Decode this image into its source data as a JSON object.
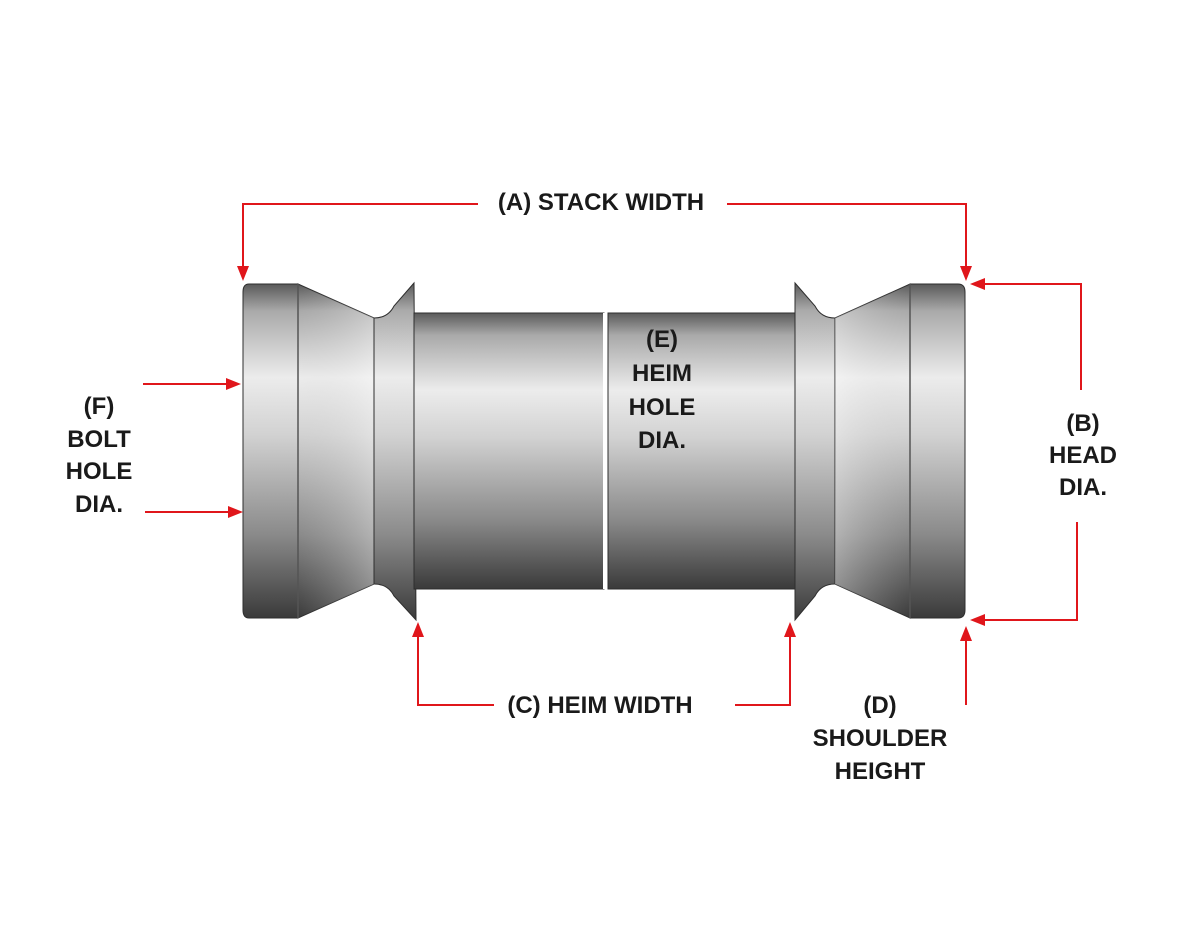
{
  "labels": {
    "stack_width": "(A) STACK WIDTH",
    "head_dia": [
      "(B)",
      "HEAD",
      "DIA."
    ],
    "heim_width": "(C) HEIM WIDTH",
    "shoulder_height": [
      "(D)",
      "SHOULDER",
      "HEIGHT"
    ],
    "heim_hole_dia": [
      "(E)",
      "HEIM",
      "HOLE",
      "DIA."
    ],
    "bolt_hole_dia": [
      "(F)",
      "BOLT",
      "HOLE",
      "DIA."
    ]
  },
  "colors": {
    "dimension_lines": "#e0161b",
    "text": "#1a1a1a",
    "metal_light": "#e8e8e8",
    "metal_dark": "#3e3e3e"
  }
}
